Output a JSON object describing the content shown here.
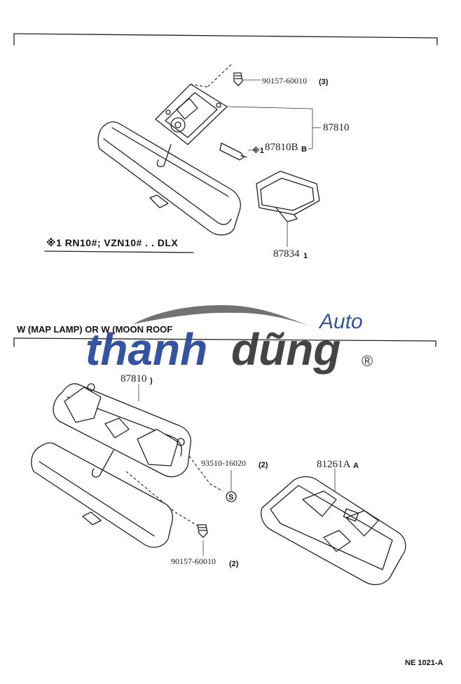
{
  "section_top": {
    "note": "※1 RN10#; VZN10# . . DLX",
    "parts": {
      "screw": "90157-60010",
      "screw_qty": "(3)",
      "lamp_assy": "87810",
      "bulb_ref": "※1",
      "bulb": "87810B",
      "bulb_suffix": "B",
      "cover": "87834",
      "cover_qty": "1"
    }
  },
  "section_bottom": {
    "header": "W (MAP LAMP) OR W (MOON ROOF",
    "parts": {
      "lamp_assy": "87810",
      "screw_s": "93510-16020",
      "screw_s_qty": "(2)",
      "s_mark": "S",
      "housing": "81261A",
      "housing_suffix": "A",
      "screw": "90157-60010",
      "screw_qty": "(2)"
    }
  },
  "page_id": "NE 1021-A",
  "watermark": {
    "brand_a": "thanh",
    "brand_b": "dũng",
    "auto": "Auto",
    "registered": "®"
  }
}
